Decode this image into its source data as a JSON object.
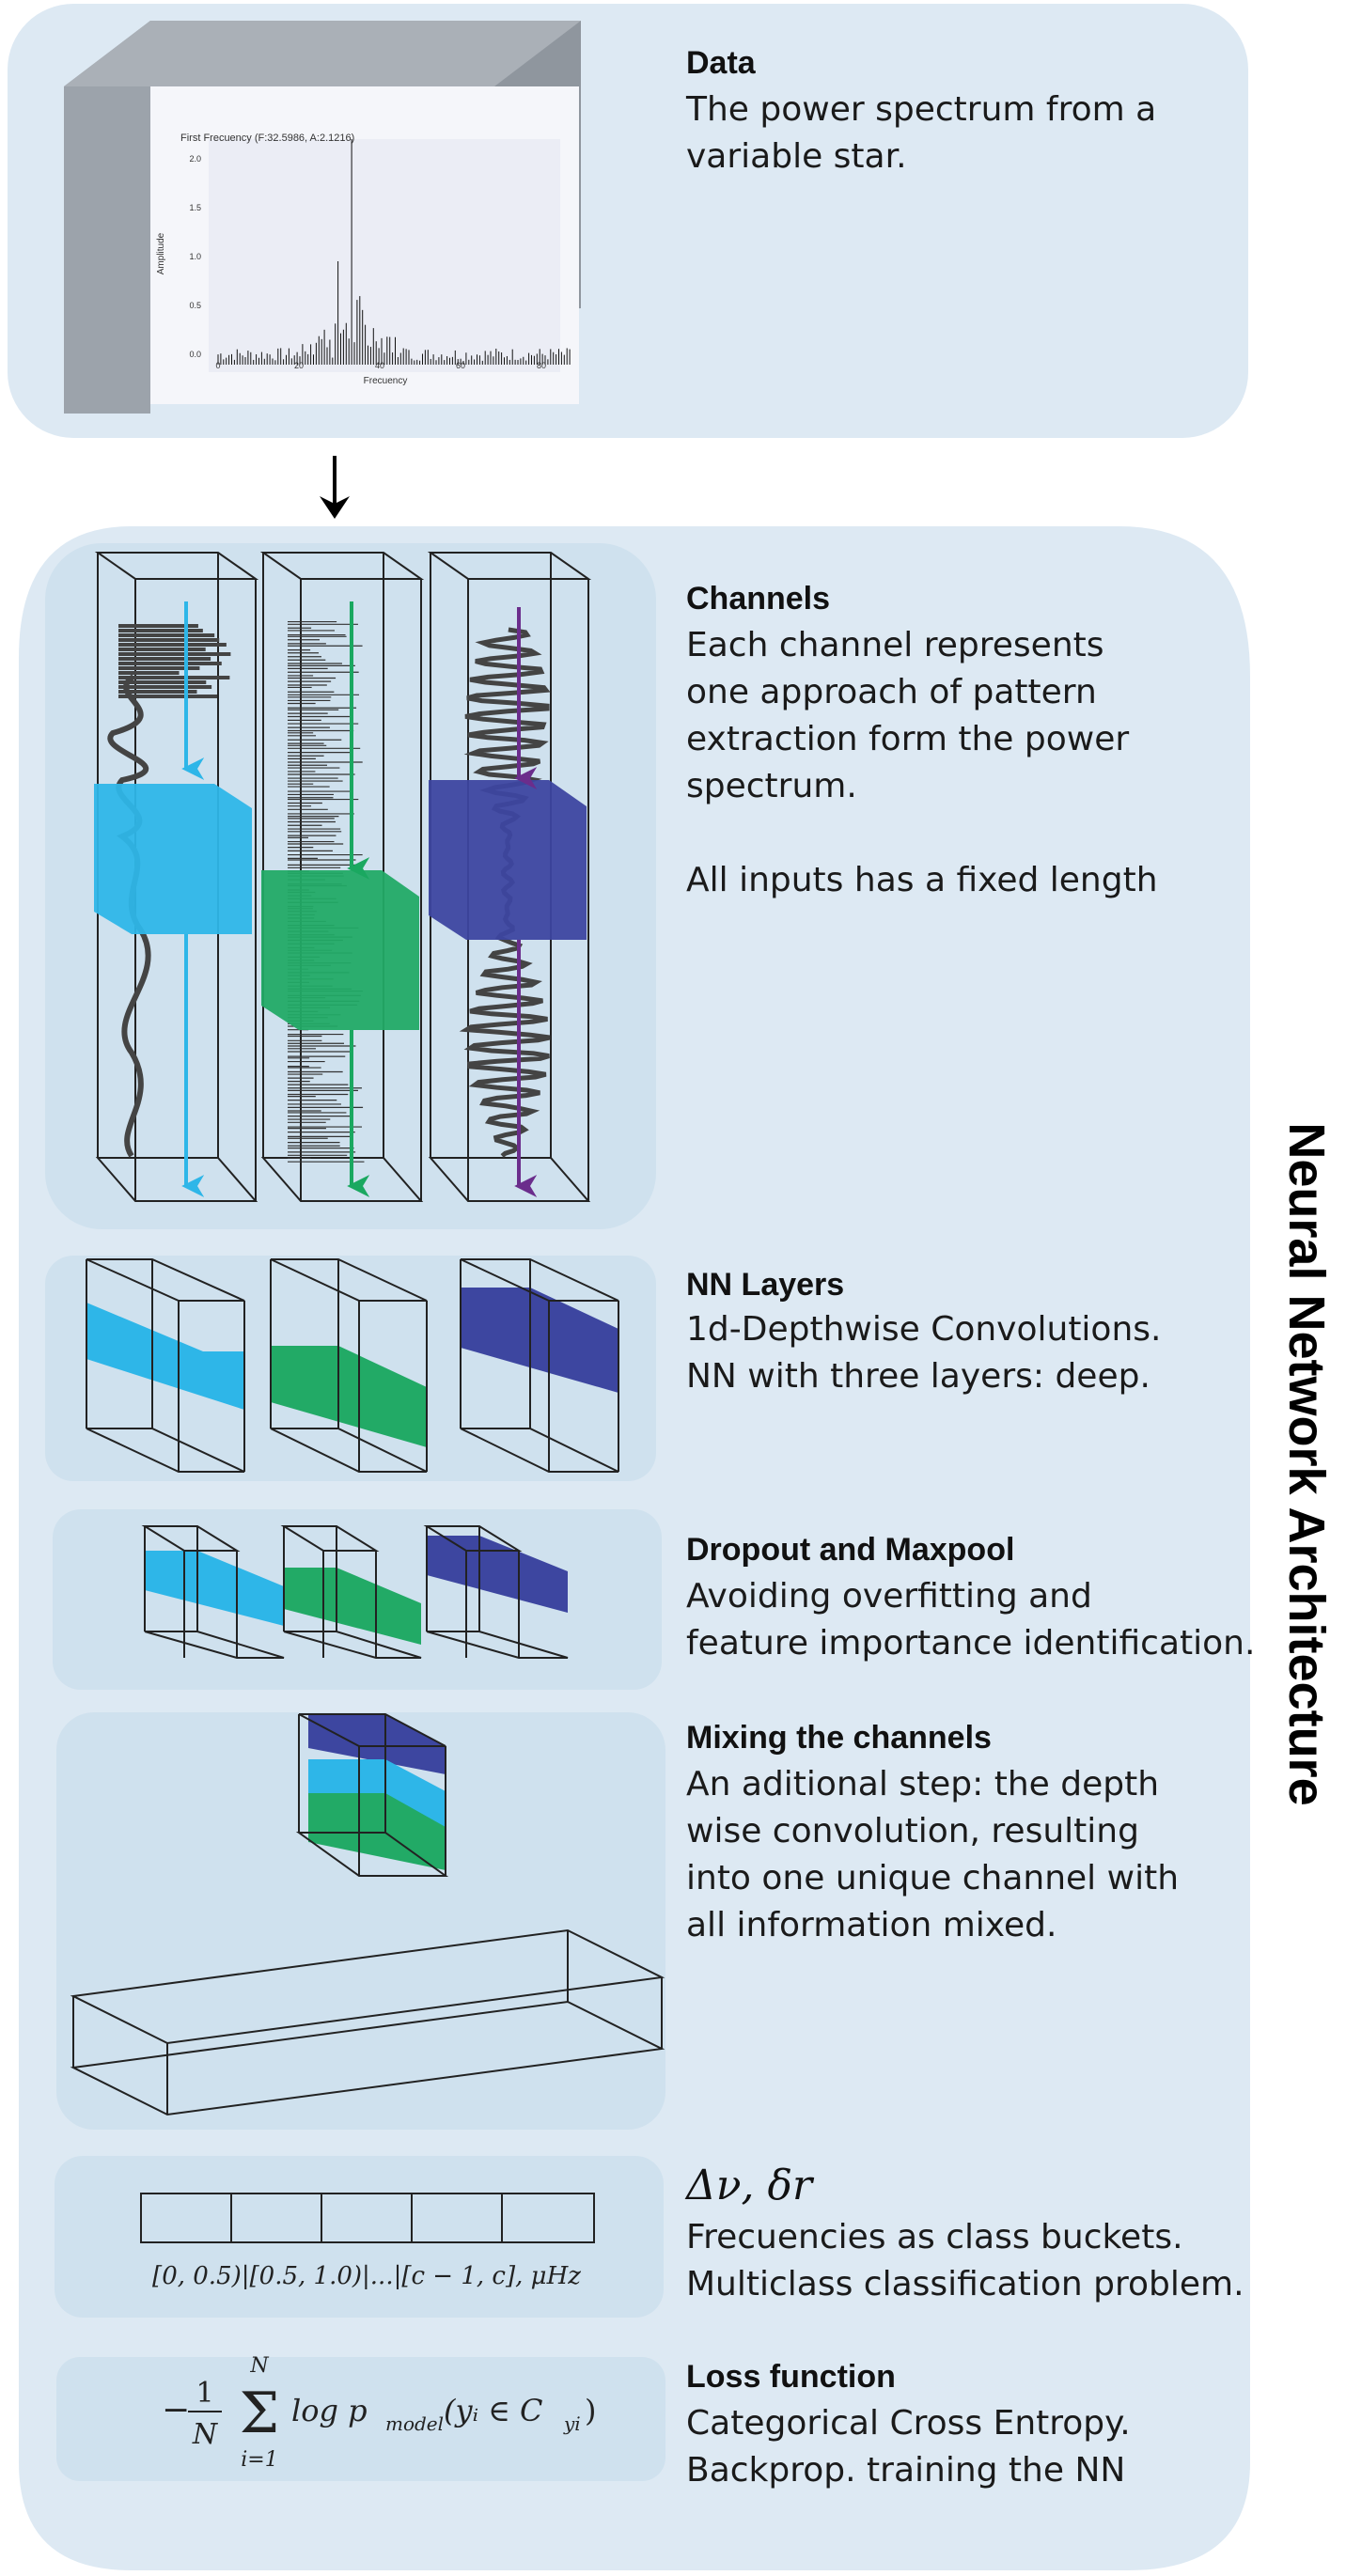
{
  "side_title": "Neural Network Architecture",
  "colors": {
    "cyan": "#2eb6e8",
    "green": "#22aa66",
    "indigo": "#3d46a0",
    "outer_panel": "#dde9f3",
    "inner_panel": "#cfe1ee"
  },
  "data_section": {
    "title": "Data",
    "text_lines": [
      "The power spectrum from a",
      "variable star."
    ],
    "chart": {
      "title": "First Frecuency (F:32.5986, A:2.1216)",
      "xlabel": "Frecuency",
      "ylabel": "Amplitude",
      "x_ticks": [
        "0",
        "20",
        "40",
        "60",
        "80"
      ],
      "y_ticks": [
        "0.0",
        "0.5",
        "1.0",
        "1.5",
        "2.0"
      ]
    }
  },
  "sections": {
    "channels": {
      "title": "Channels",
      "text_lines": [
        "Each channel represents",
        "one approach of pattern",
        "extraction form the power",
        "spectrum.",
        "",
        "All inputs has a fixed length"
      ]
    },
    "nn_layers": {
      "title": "NN Layers",
      "text_lines": [
        "1d-Depthwise Convolutions.",
        "NN with three layers: deep."
      ]
    },
    "dropout": {
      "title": "Dropout and Maxpool",
      "text_lines": [
        "Avoiding overfitting and",
        "feature importance identification."
      ]
    },
    "mixing": {
      "title": "Mixing the channels",
      "text_lines": [
        "An aditional step: the depth",
        "wise convolution, resulting",
        "into one unique channel with",
        "all information mixed."
      ]
    },
    "buckets": {
      "title": "Δν, δr",
      "text_lines": [
        "Frecuencies as class buckets.",
        "Multiclass classification problem."
      ],
      "bucket_label": "[0, 0.5)|[0.5, 1.0)|...|[c − 1, c], μHz"
    },
    "loss": {
      "title": "Loss function",
      "text_lines": [
        "Categorical Cross Entropy.",
        "Backprop. training the NN"
      ],
      "formula_lead": "−",
      "formula_frac_num": "1",
      "formula_frac_den": "N",
      "formula_sum_top": "N",
      "formula_sum_bottom": "i=1",
      "formula_body": "log p",
      "formula_sub": "model",
      "formula_tail": "(yᵢ ∈ C",
      "formula_tail_sub": "yi",
      "formula_close": ")"
    }
  }
}
